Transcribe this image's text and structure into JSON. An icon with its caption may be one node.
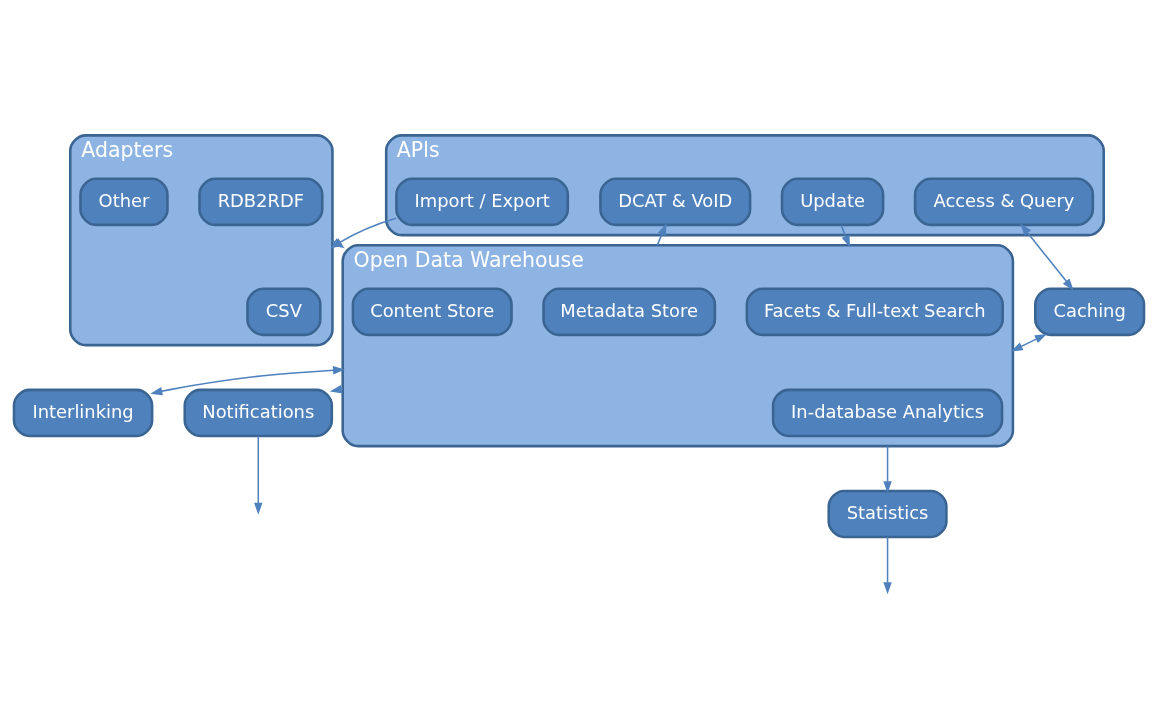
{
  "diagram": {
    "nodes": [
      {
        "text": [
          "APIs"
        ]
      },
      {
        "text": [
          "DCAT & VoID"
        ],
        "in": 0
      },
      {
        "text": [
          "Update"
        ],
        "in": 0
      },
      {
        "text": [
          "Access & Query"
        ],
        "in": 0
      },
      {
        "text": [
          "Import / Export"
        ],
        "in": 0
      },
      {
        "text": [
          "Caching"
        ]
      },
      {
        "text": [
          "Adapters"
        ]
      },
      {
        "text": [
          "CSV"
        ],
        "in": 6
      },
      {
        "text": [
          "RDB2RDF"
        ],
        "in": 6
      },
      {
        "text": [
          "Other"
        ],
        "in": 6
      },
      {
        "text": [
          "Open Data Warehouse"
        ]
      },
      {
        "text": [
          "Metadata Store"
        ],
        "in": 10
      },
      {
        "text": [
          "Facets & Full-text Search"
        ],
        "in": 10
      },
      {
        "text": [
          "In-database Analytics"
        ],
        "in": 10
      },
      {
        "text": [
          "Content Store"
        ],
        "in": 10
      },
      {
        "text": [
          "Interlinking"
        ]
      },
      {
        "text": [
          "Notifications"
        ]
      },
      {
        "text": [
          "Statistics"
        ]
      }
    ],
    "edges": [
      {
        "from": 10,
        "to": 1,
        "arrow": "to"
      },
      {
        "from": 2,
        "to": 10,
        "arrow": "to"
      },
      {
        "from": 3,
        "to": 5,
        "arrow": "both"
      },
      {
        "from": 5,
        "to": 10,
        "arrow": "both"
      },
      {
        "from": 4,
        "to": 6,
        "arrow": "to"
      },
      {
        "from": 6,
        "to": 10,
        "arrow": "to"
      },
      {
        "from": 15,
        "to": 10,
        "arrow": "both"
      },
      {
        "from": 10,
        "to": 16,
        "arrow": "to"
      },
      {
        "from": 10,
        "to": 17,
        "arrow": "to"
      },
      {
        "from": 16,
        "to": null,
        "arrow": "to"
      },
      {
        "from": 17,
        "to": null,
        "arrow": "to"
      }
    ]
  }
}
